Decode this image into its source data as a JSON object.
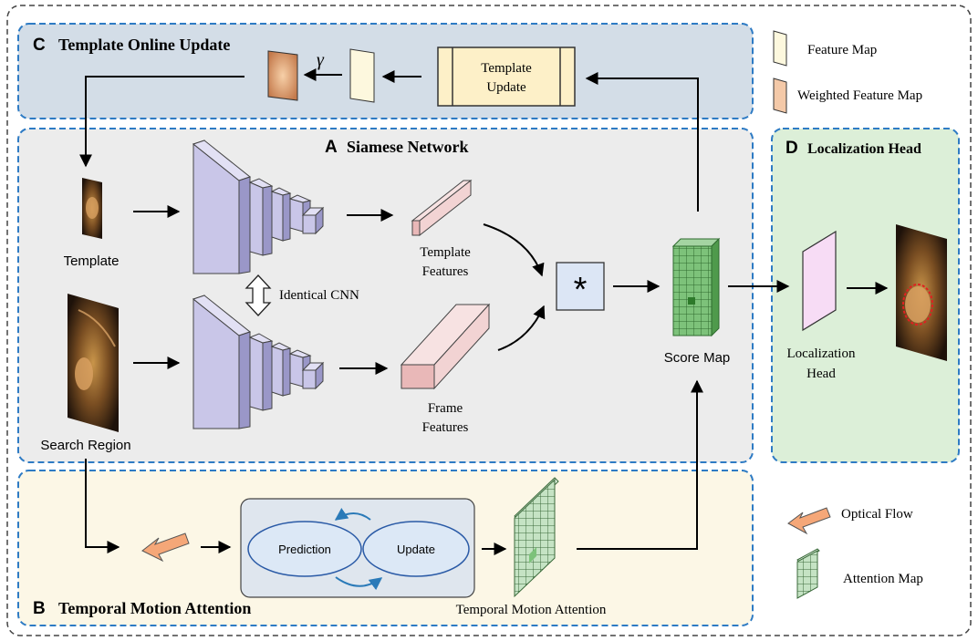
{
  "sections": {
    "template_update_section": {
      "letter": "C",
      "title": "Template Online Update"
    },
    "siamese_section": {
      "letter": "A",
      "title": "Siamese Network"
    },
    "temporal_section": {
      "letter": "B",
      "title": "Temporal Motion Attention"
    },
    "localization_section": {
      "letter": "D",
      "title": "Localization Head"
    }
  },
  "labels": {
    "gamma": "γ",
    "template_update_line1": "Template",
    "template_update_line2": "Update",
    "template": "Template",
    "search_region": "Search Region",
    "identical_cnn": "Identical CNN",
    "template_features_line1": "Template",
    "template_features_line2": "Features",
    "frame_features_line1": "Frame",
    "frame_features_line2": "Features",
    "correlation_symbol": "*",
    "score_map": "Score Map",
    "localization_head_line1": "Localization",
    "localization_head_line2": "Head",
    "prediction": "Prediction",
    "update": "Update",
    "temporal_motion_attention": "Temporal Motion Attention"
  },
  "legend": {
    "feature_map": "Feature Map",
    "weighted_feature_map": "Weighted Feature Map",
    "optical_flow": "Optical Flow",
    "attention_map": "Attention Map"
  },
  "colors": {
    "section_border": "#2e7bc4",
    "template_update_bg": "#d3dde7",
    "siamese_bg": "#ececec",
    "temporal_bg": "#fcf7e6",
    "localization_bg": "#dcefd8",
    "cnn_block": "#c9c6e8",
    "template_feature": "#f2d3d3",
    "feature_map": "#fdf8de",
    "template_update_box": "#fdf0c8",
    "correlation_box": "#dce6f5",
    "score_map": "#7dc27a",
    "attention_map": "#c5e3c4",
    "localization_head": "#f7dcf5",
    "optical_flow": "#f5a778",
    "ellipse_fill": "#dce8f6",
    "ellipse_stroke": "#2a5aa6"
  }
}
